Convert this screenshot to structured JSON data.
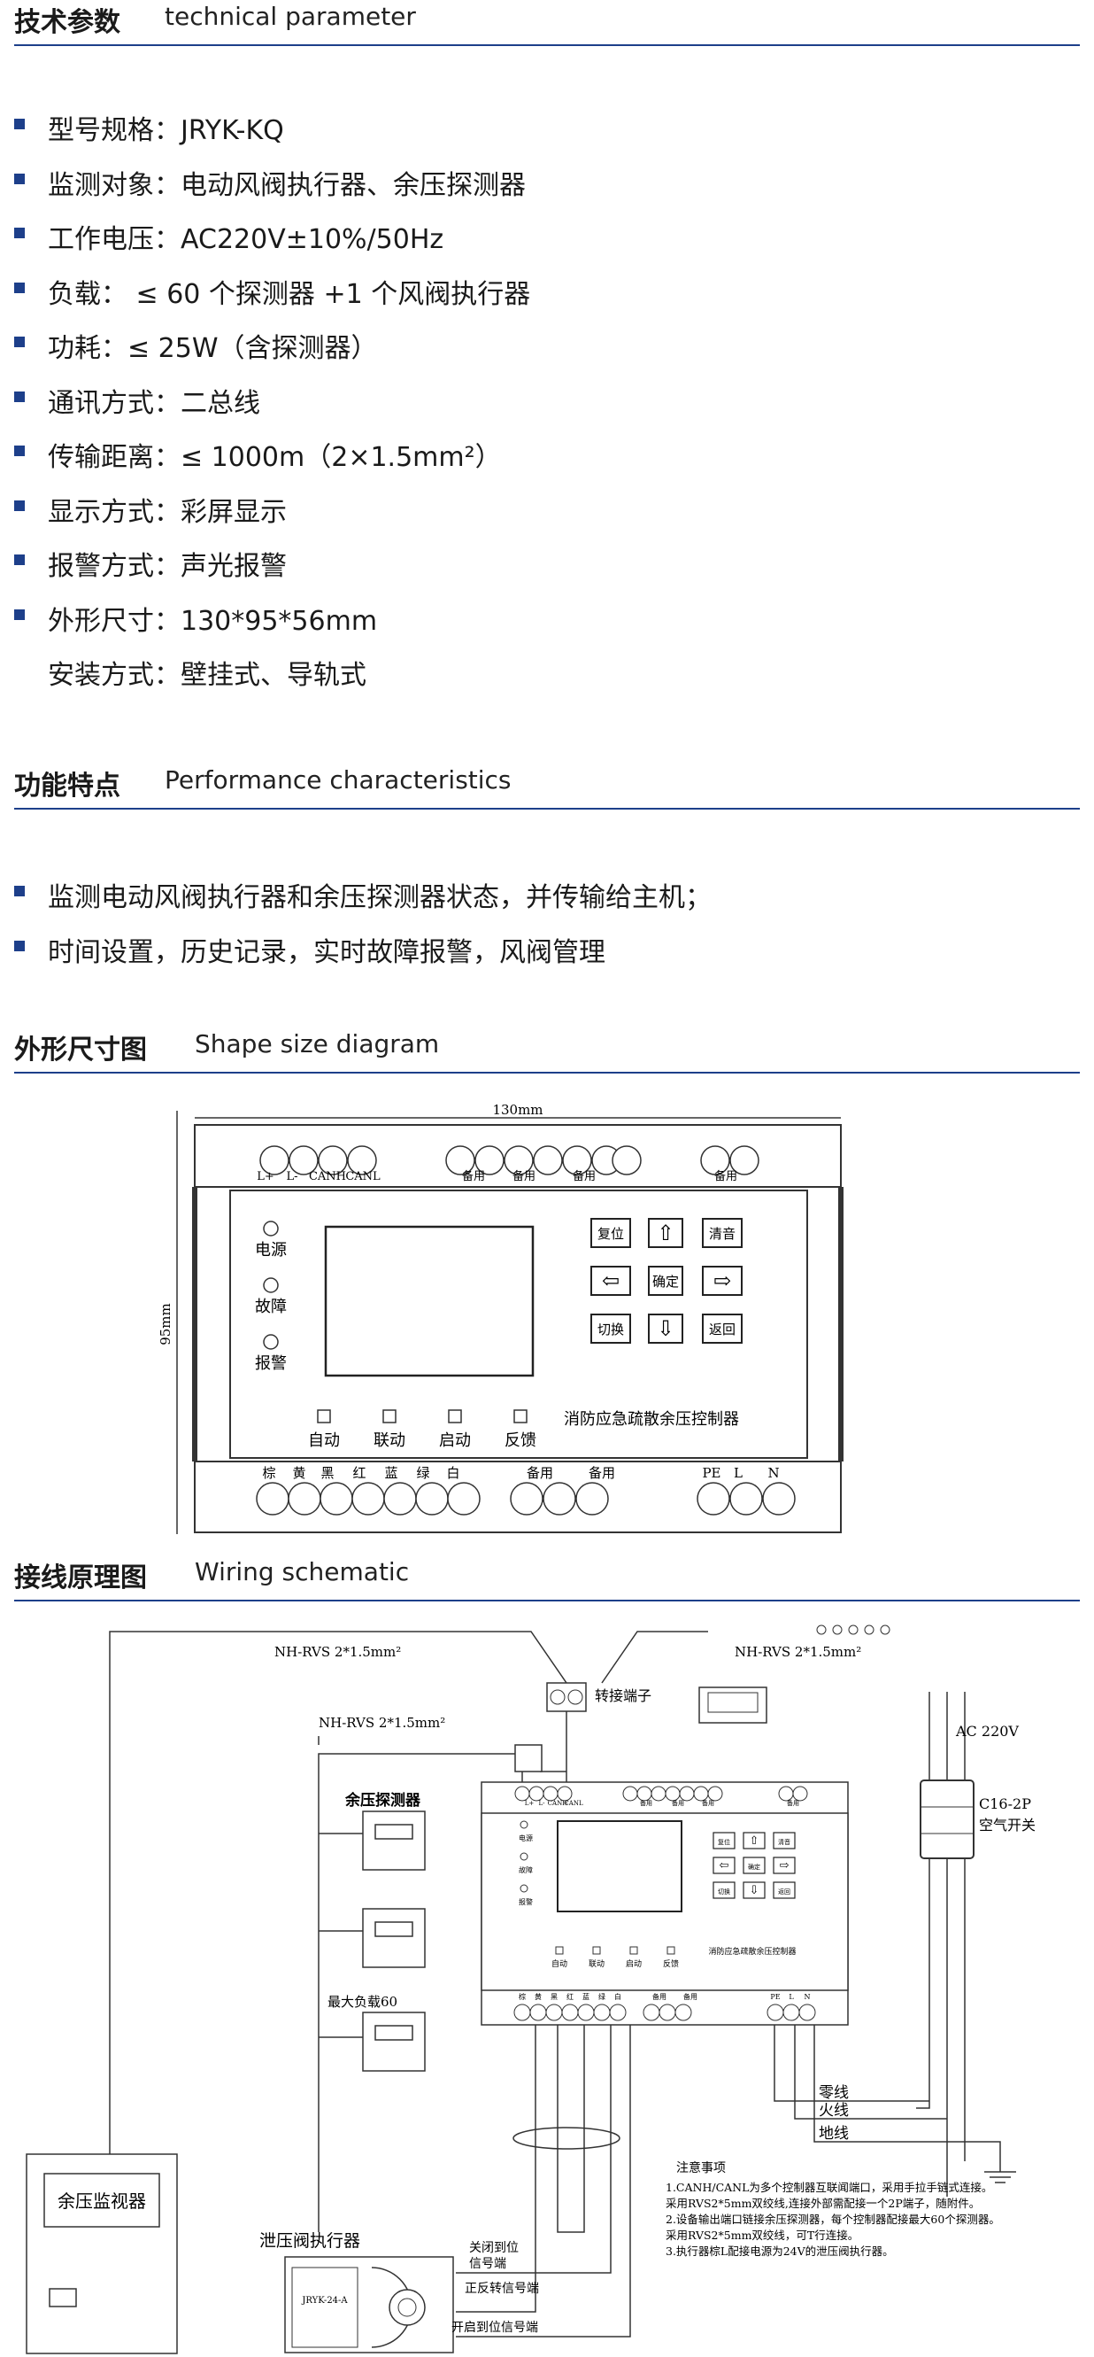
{
  "sections": {
    "tech": {
      "cn": "技术参数",
      "en": "technical parameter"
    },
    "perf": {
      "cn": "功能特点",
      "en": "Performance  characteristics"
    },
    "shape": {
      "cn": "外形尺寸图",
      "en": "Shape size diagram"
    },
    "wiring": {
      "cn": "接线原理图",
      "en": "Wiring schematic"
    }
  },
  "tech_items": [
    {
      "text": "型号规格：JRYK-KQ",
      "bullet": true
    },
    {
      "text": "监测对象：电动风阀执行器、余压探测器",
      "bullet": true
    },
    {
      "text": "工作电压：AC220V±10%/50Hz",
      "bullet": true
    },
    {
      "text": "负载：  ≤ 60 个探测器 +1 个风阀执行器",
      "bullet": true
    },
    {
      "text": "功耗：≤ 25W（含探测器）",
      "bullet": true
    },
    {
      "text": "通讯方式：二总线",
      "bullet": true
    },
    {
      "text": "传输距离：≤ 1000m（2×1.5mm²）",
      "bullet": true
    },
    {
      "text": "显示方式：彩屏显示",
      "bullet": true
    },
    {
      "text": "报警方式：声光报警",
      "bullet": true
    },
    {
      "text": "外形尺寸：130*95*56mm",
      "bullet": true
    },
    {
      "text": "安装方式：壁挂式、导轨式",
      "bullet": false
    }
  ],
  "perf_items": [
    "监测电动风阀执行器和余压探测器状态，并传输给主机；",
    "时间设置，历史记录，实时故障报警，风阀管理"
  ],
  "shape_diagram": {
    "width_label": "130mm",
    "height_label": "95mm",
    "top_terminal_labels": [
      "L+",
      "L-",
      "CANH",
      "CANL",
      "备用",
      "备用",
      "备用",
      "备用"
    ],
    "bottom_terminal_labels": [
      "棕",
      "黄",
      "黑",
      "红",
      "蓝",
      "绿",
      "白",
      "备用",
      "备用",
      "PE",
      "L",
      "N"
    ],
    "indicators": [
      "电源",
      "故障",
      "报警"
    ],
    "keys": [
      "复位",
      "⇧",
      "清音",
      "⇦",
      "确定",
      "⇨",
      "切换",
      "⇩",
      "返回"
    ],
    "bottom_indicators": [
      "自动",
      "联动",
      "启动",
      "反馈"
    ],
    "device_name": "消防应急疏散余压控制器"
  },
  "wiring_diagram": {
    "cable_1": "NH-RVS 2*1.5mm²",
    "cable_2": "NH-RVS 2*1.5mm²",
    "cable_3": "NH-RVS 2*1.5mm²",
    "terminal_block": "转接端子",
    "detector": "余压探测器",
    "max_load": "最大负载60",
    "monitor": "余压监视器",
    "actuator": "泄压阀执行器",
    "actuator_model": "JRYK-24-A",
    "ac_label": "AC 220V",
    "breaker": "C16-2P",
    "breaker_name": "空气开关",
    "zero_line": "零线",
    "fire_line": "火线",
    "ground_line": "地线",
    "sig_close": "关闭到位信号端",
    "sig_reverse": "正反转信号端",
    "sig_open": "开启到位信号端",
    "notes_title": "注意事项",
    "notes": [
      "1.CANH/CANL为多个控制器互联闻端口，采用手拉手链式连接。",
      "采用RVS2*5mm双绞线,连接外部需配接一个2P端子，随附件。",
      "2.设备输出端口链接余压探测器，每个控制器配接最大60个探测器。",
      "采用RVS2*5mm双绞线，可T行连接。",
      "3.执行器棕L配接电源为24V的泄压阀执行器。"
    ]
  }
}
